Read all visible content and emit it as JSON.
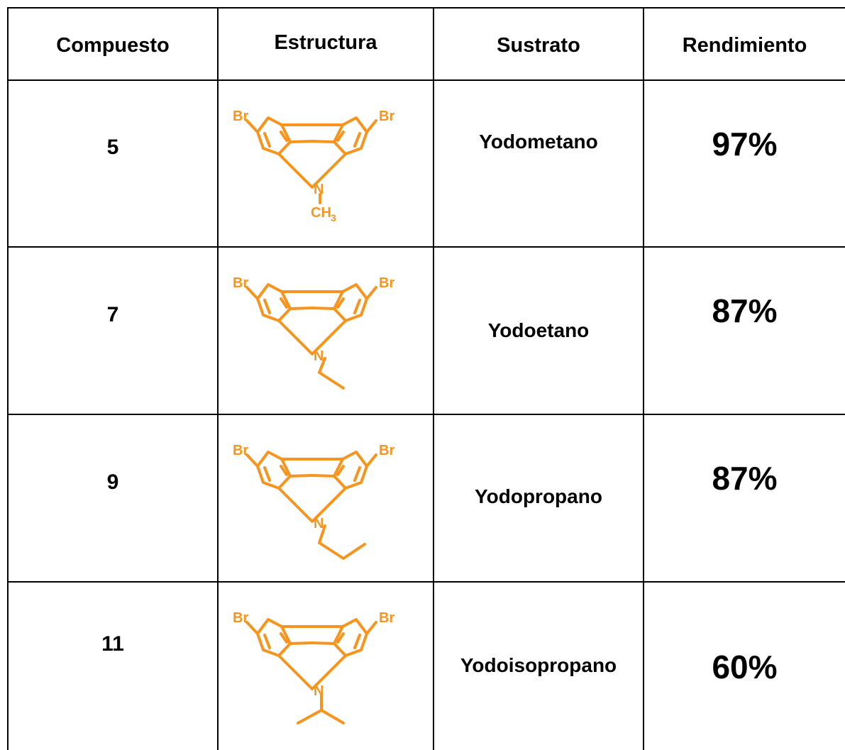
{
  "table": {
    "headers": {
      "compound": "Compuesto",
      "structure": "Estructura",
      "substrate": "Sustrato",
      "yield": "Rendimiento"
    },
    "rows": [
      {
        "compound": "5",
        "structure_substituent": "methyl",
        "atoms": {
          "br_left": "Br",
          "br_right": "Br",
          "n": "N",
          "ch": "CH",
          "ch_sub": "3"
        },
        "substrate": "Yodometano",
        "yield": "97%"
      },
      {
        "compound": "7",
        "structure_substituent": "ethyl",
        "atoms": {
          "br_left": "Br",
          "br_right": "Br",
          "n": "N"
        },
        "substrate": "Yodoetano",
        "yield": "87%"
      },
      {
        "compound": "9",
        "structure_substituent": "propyl",
        "atoms": {
          "br_left": "Br",
          "br_right": "Br",
          "n": "N"
        },
        "substrate": "Yodopropano",
        "yield": "87%"
      },
      {
        "compound": "11",
        "structure_substituent": "isopropyl",
        "atoms": {
          "br_left": "Br",
          "br_right": "Br",
          "n": "N"
        },
        "substrate": "Yodoisopropano",
        "yield": "60%"
      }
    ]
  },
  "colors": {
    "structure": "#F7941D",
    "grid": "#000000"
  }
}
